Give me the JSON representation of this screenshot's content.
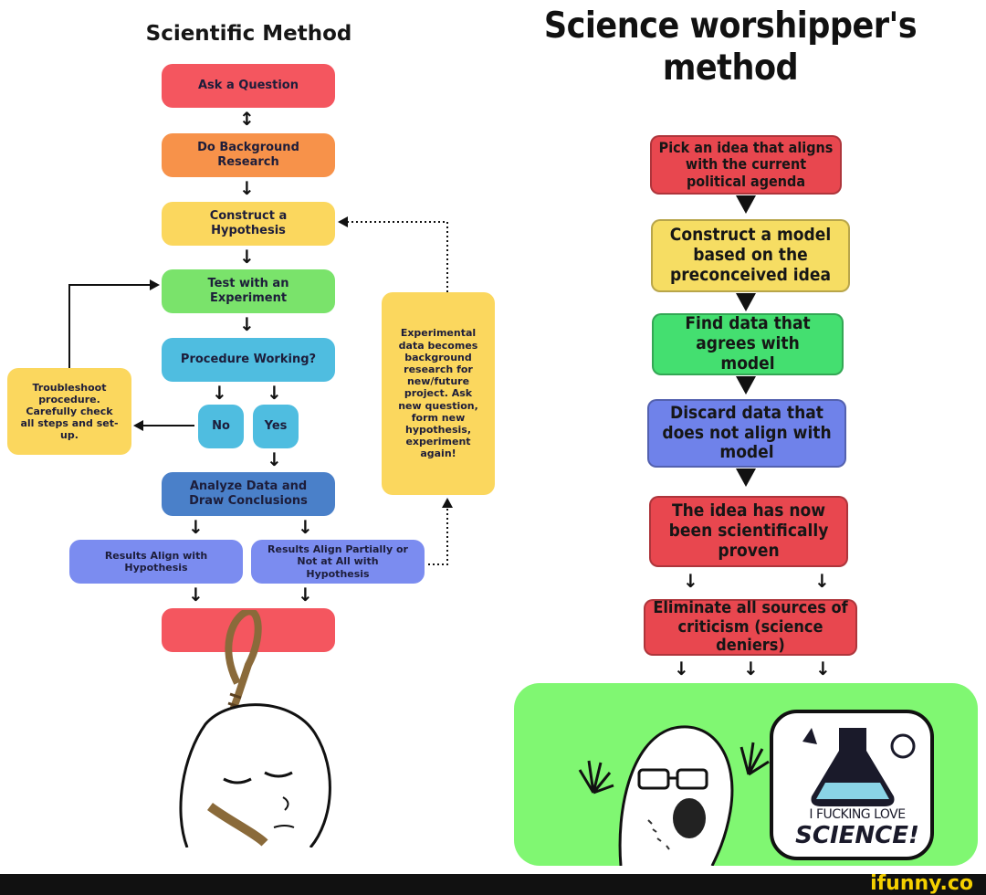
{
  "left": {
    "title": "Scientific Method",
    "steps": {
      "ask": "Ask a Question",
      "background": "Do Background Research",
      "hypothesis": "Construct a Hypothesis",
      "test": "Test with an Experiment",
      "procedure": "Procedure Working?",
      "no": "No",
      "yes": "Yes",
      "troubleshoot": "Troubleshoot procedure. Carefully check all steps and set-up.",
      "analyze": "Analyze Data and Draw Conclusions",
      "align": "Results Align with Hypothesis",
      "partial": "Results Align Partially or Not at All with Hypothesis",
      "experimental": "Experimental data becomes background research for new/future project. Ask new question, form new hypothesis, experiment again!"
    },
    "colors": {
      "red": "#f4565f",
      "orange": "#f7924a",
      "yellow": "#fbd75e",
      "green": "#7ae36b",
      "cyan": "#4fbde0",
      "blue": "#4a80c9",
      "periwinkle": "#7b8cf0"
    }
  },
  "right": {
    "title": "Science worshipper's method",
    "steps": {
      "pick": "Pick an idea that aligns with the current political agenda",
      "model": "Construct a model based on the preconceived idea",
      "find": "Find data that agrees with model",
      "discard": "Discard data that does not align with model",
      "proven": "The idea has now been scientifically proven",
      "eliminate": "Eliminate all sources of criticism (science deniers)"
    },
    "bubble": {
      "line1": "I FUCKING LOVE",
      "line2": "SCIENCE!"
    },
    "colors": {
      "red": "#e8474f",
      "yellow": "#f6dd63",
      "green": "#44df70",
      "blue": "#6f82ea",
      "panel": "#80f772"
    }
  },
  "watermark": "ifunny.co"
}
